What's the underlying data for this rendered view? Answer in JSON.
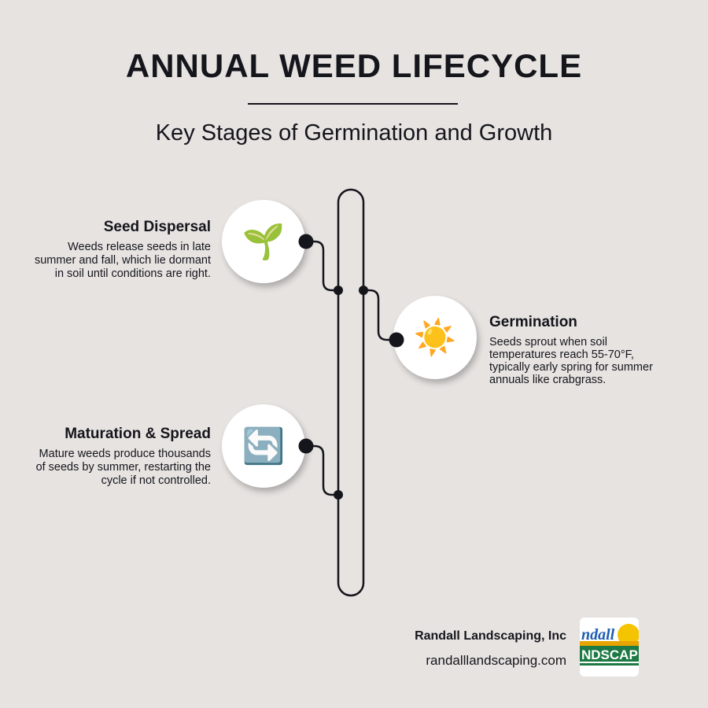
{
  "header": {
    "title": "ANNUAL WEED LIFECYCLE",
    "subtitle": "Key Stages of Germination and Growth"
  },
  "stages": [
    {
      "title": "Seed Dispersal",
      "text": "Weeds release seeds in late summer and fall, which lie dormant in soil until conditions are right.",
      "icon": "seedling-icon",
      "glyph": "🌱"
    },
    {
      "title": "Germination",
      "text": "Seeds sprout when soil temperatures reach 55-70°F, typically early spring for summer annuals like crabgrass.",
      "icon": "sun-icon",
      "glyph": "☀️"
    },
    {
      "title": "Maturation & Spread",
      "text": "Mature weeds produce thousands of seeds by summer, restarting the cycle if not controlled.",
      "icon": "cycle-arrows-icon",
      "glyph": "🔄"
    }
  ],
  "footer": {
    "company": "Randall Landscaping, Inc",
    "url": "randalllandscaping.com",
    "logo_text": "Randall LANDSCAPING"
  },
  "colors": {
    "background": "#e6e3e1",
    "ink": "#15151c"
  }
}
